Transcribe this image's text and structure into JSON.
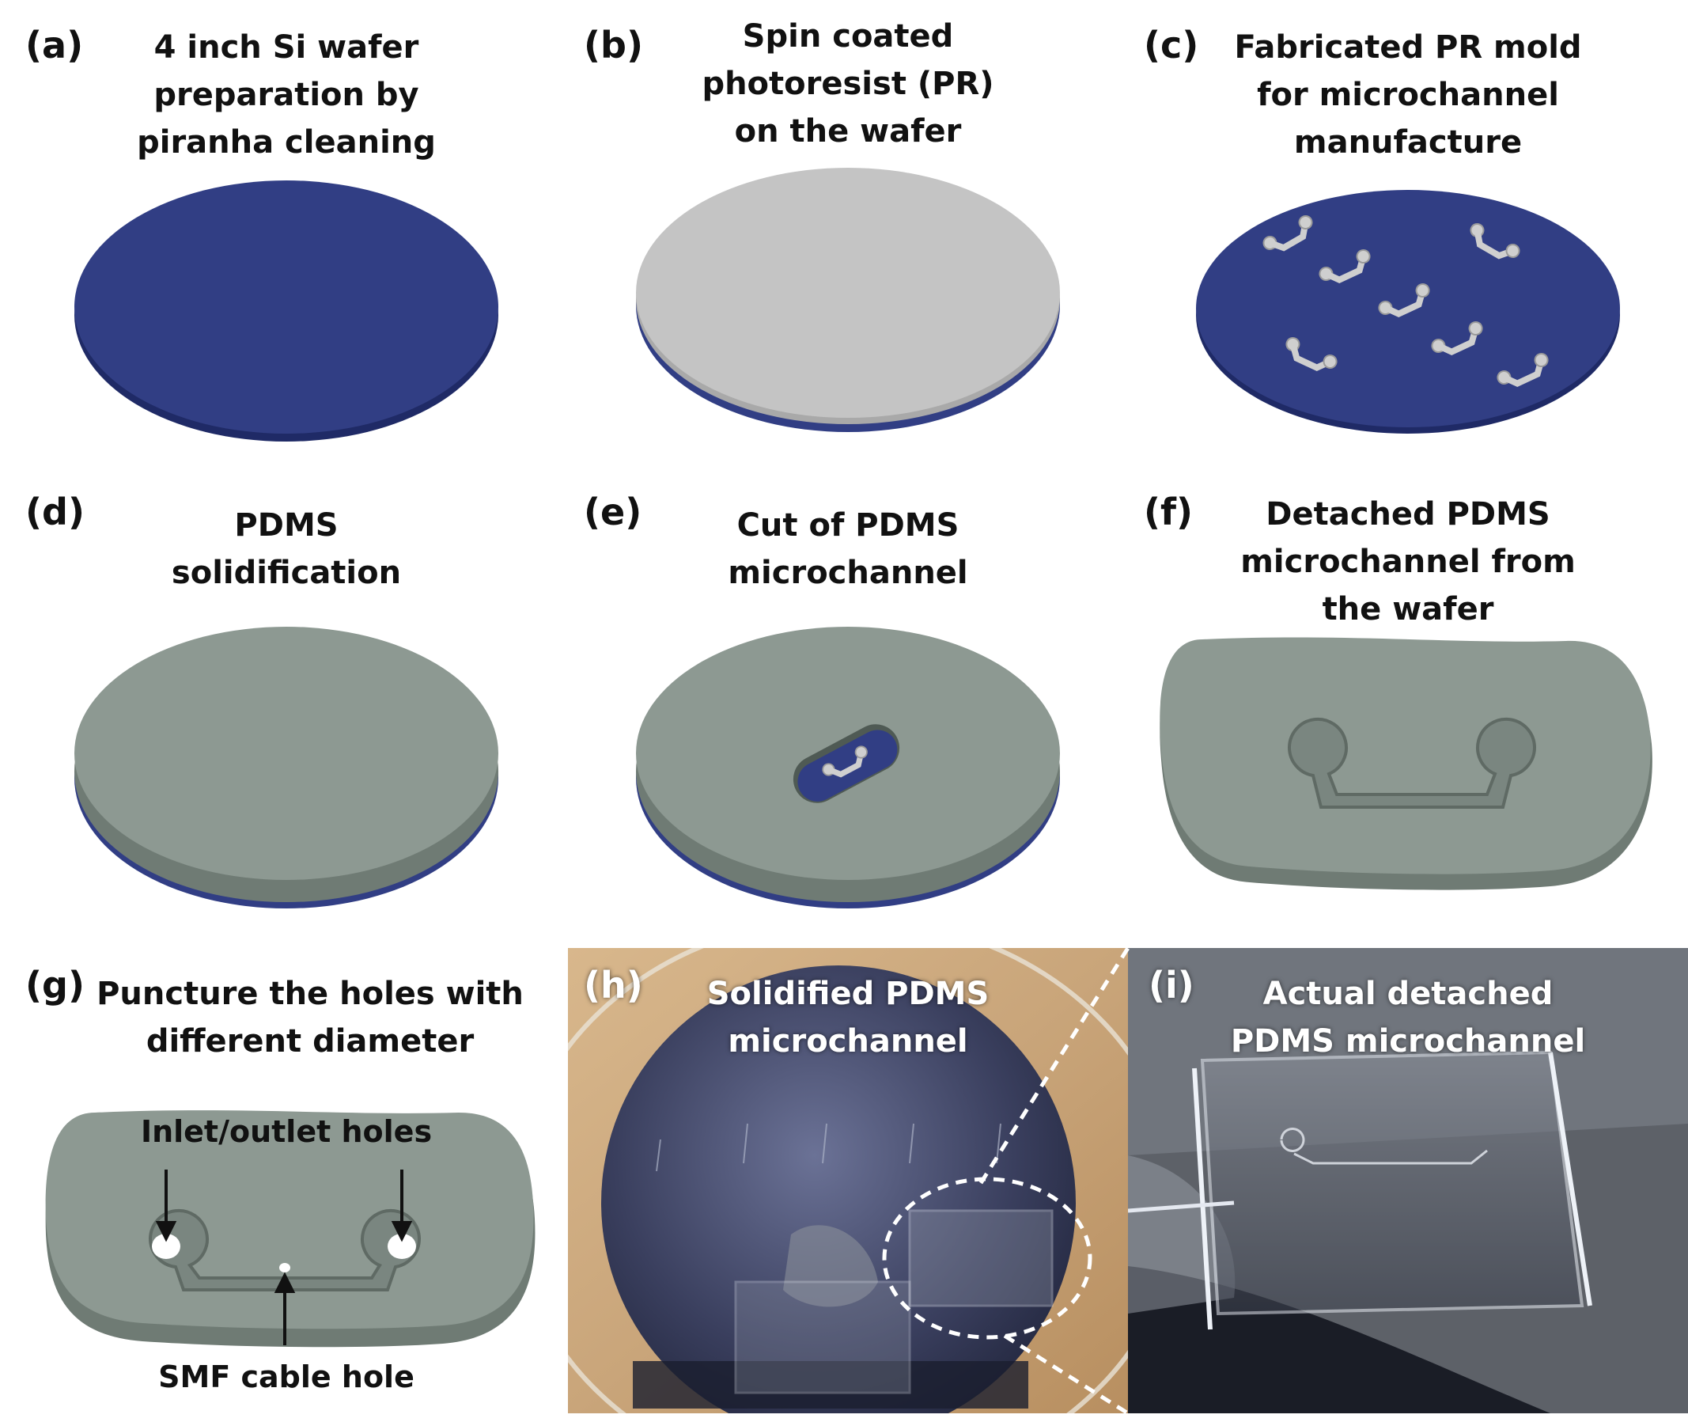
{
  "panels": [
    {
      "label": "(a)",
      "title": [
        "4 inch Si wafer",
        "preparation by",
        "piranha cleaning"
      ]
    },
    {
      "label": "(b)",
      "title": [
        "Spin coated",
        "photoresist (PR)",
        "on the wafer"
      ]
    },
    {
      "label": "(c)",
      "title": [
        "Fabricated PR mold",
        "for microchannel",
        "manufacture"
      ]
    },
    {
      "label": "(d)",
      "title": [
        "PDMS",
        "solidification"
      ]
    },
    {
      "label": "(e)",
      "title": [
        "Cut of  PDMS",
        "microchannel"
      ]
    },
    {
      "label": "(f)",
      "title": [
        "Detached PDMS",
        "microchannel from",
        "the wafer"
      ]
    },
    {
      "label": "(g)",
      "title": [
        "Puncture the holes with",
        "different diameter"
      ]
    },
    {
      "label": "(h)",
      "title": [
        "Solidified PDMS",
        "microchannel"
      ]
    },
    {
      "label": "(i)",
      "title": [
        "Actual detached",
        "PDMS microchannel"
      ]
    }
  ],
  "annotations": {
    "inlet_outlet": "Inlet/outlet holes",
    "smf_cable": "SMF cable hole"
  },
  "colors": {
    "wafer_blue": "#313e84",
    "wafer_blue_edge": "#1f2a66",
    "photoresist": "#c4c4c4",
    "pdms": "#8d9992",
    "pdms_edge": "#6f7b74",
    "wood": "#c9a57a"
  }
}
